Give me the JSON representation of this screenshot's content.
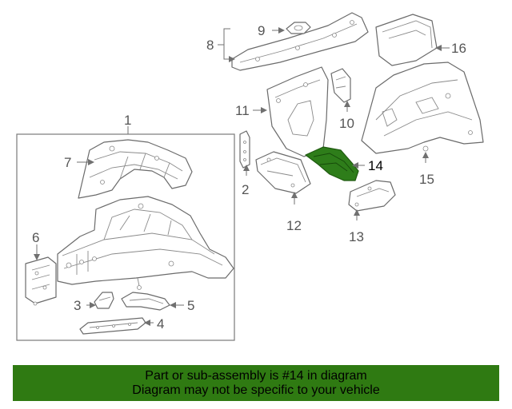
{
  "callouts": {
    "c1": "1",
    "c2": "2",
    "c3": "3",
    "c4": "4",
    "c5": "5",
    "c6": "6",
    "c7": "7",
    "c8": "8",
    "c9": "9",
    "c10": "10",
    "c11": "11",
    "c12": "12",
    "c13": "13",
    "c14": "14",
    "c15": "15",
    "c16": "16"
  },
  "highlight": {
    "part_number": "14",
    "color": "#2f7a12"
  },
  "banner": {
    "line1": "Part or sub-assembly is #14 in diagram",
    "line2": "Diagram may not be specific to your vehicle"
  }
}
